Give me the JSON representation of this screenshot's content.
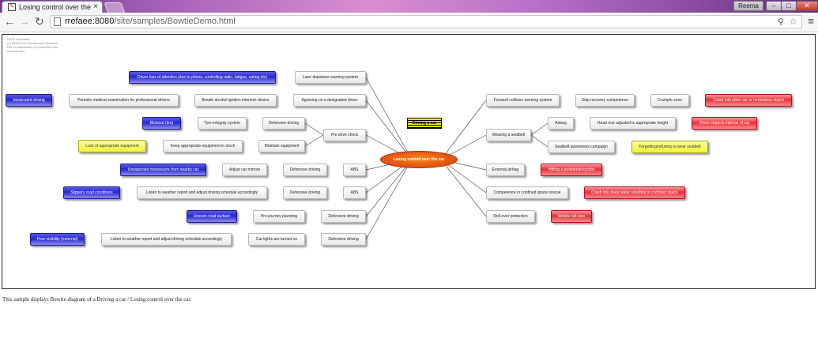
{
  "browser": {
    "tab_title": "Losing control over the car",
    "tab_close": "×",
    "user_name": "Reema",
    "win_min": "–",
    "win_max": "□",
    "win_close": "✕",
    "url_host": "rrefaee:8080",
    "url_path": "/site/samples/BowtieDemo.html",
    "back_glyph": "←",
    "forward_glyph": "→",
    "reload_glyph": "↻",
    "search_glyph": "⚲",
    "star_glyph": "☆",
    "menu_glyph": "≡"
  },
  "watermark": {
    "l1": "GoJS evaluation",
    "l2": "(c) 1998-2015 Northwoods Software",
    "l3": "Not for distribution or production use",
    "l4": "nwoods.com"
  },
  "nodes": {
    "event": "Losing control over the car",
    "hazard": "Driving a car",
    "prev_lane": "Lane departure warning system",
    "prev_agree": "Agreeing on a designated driver",
    "prev_breath": "Breath alcohol ignition interlock device",
    "prev_periodic": "Periodic medical examination for professional drivers",
    "prev_defdrive1": "Defensive driving",
    "prev_tyre": "Tyre integrity system",
    "prev_predrive": "Pre drive check",
    "prev_maintain": "Maintain equipment",
    "prev_keep": "Keep appropriate equipment in stock",
    "prev_abs1": "ABS",
    "prev_defdrive2": "Defensive driving",
    "prev_mirrors": "Adjust car mirrors",
    "prev_abs2": "ABS",
    "prev_defdrive3": "Defensive driving",
    "prev_listen1": "Listen to weather report and adjust driving schedule accordingly",
    "prev_defdrive4": "Defensive driving",
    "prev_prejourney": "Pre-journey planning",
    "prev_defdrive5": "Defensive driving",
    "prev_carlights": "Car lights are turned on",
    "prev_listen2": "Listen to weather report and adjust driving schedule accordingly",
    "threat_distraction": "Driver loss of attention (due to phone, controlling radio, fatigue, eating etc)",
    "threat_intox": "Intoxicated driving",
    "threat_blowout": "Blowout (tire)",
    "threat_lack": "Lack of appropriate equipment",
    "threat_unexpected": "Unexpected manoeuvre from nearby car",
    "threat_slippery": "Slippery road conditions",
    "threat_uneven": "Uneven road surface",
    "threat_visibility": "Poor visibility (external)",
    "mit_forward": "Forward collision warning system",
    "mit_skip": "Skip recovery competence",
    "mit_crumple": "Crumple zone",
    "mit_seatbelt": "Wearing a seatbelt",
    "mit_airbag": "Airbag",
    "mit_headrest": "Head rest adjusted to appropriate height",
    "mit_campaign": "Seatbelt awareness campaign",
    "mit_extairbag": "External airbag",
    "mit_competence": "Competence in confined space rescue",
    "mit_rollover": "Roll-over protection",
    "cons_crash": "Crash into other car or motionless object",
    "cons_driverimpact": "Driver impacts internal of car",
    "cons_forgetting": "Forgetting/refusing to wear seatbelt",
    "cons_pedestrian": "Hitting a pedestrian/cyclist",
    "cons_deepwater": "Crash into deep water resulting in confined space",
    "cons_rollover": "Vehicle roll-over"
  },
  "caption": "This sample displays Bowtie diagram of a Driving a car / Losing control over the car.",
  "colors": {
    "threat": "#2828c8",
    "consequence": "#e8303a",
    "escalation": "#f2f23a",
    "top_event": "#e65a12",
    "hazard": "#f3f300"
  }
}
